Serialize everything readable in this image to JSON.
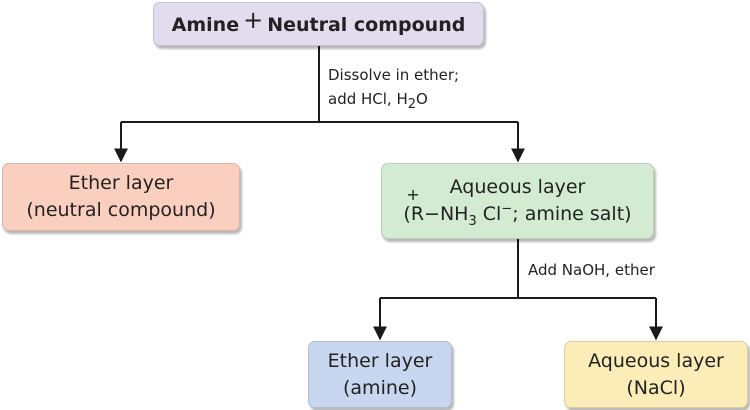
{
  "colors": {
    "top_box": "#e2dcef",
    "ether_layer_1": "#fbcfc0",
    "aqueous_layer_1": "#d4ebd3",
    "ether_layer_2": "#c9d6ef",
    "aqueous_layer_2": "#fbecb8",
    "connector": "#1a1a1a"
  },
  "top": {
    "part1": "Amine",
    "plus": "+",
    "part2": "Neutral compound"
  },
  "step1": {
    "line1": "Dissolve in ether;",
    "line2_pre": "add HCl, H",
    "line2_sub": "2",
    "line2_post": "O"
  },
  "ether_layer_1": {
    "line1": "Ether layer",
    "line2": "(neutral compound)"
  },
  "aqueous_layer_1": {
    "line1": "Aqueous layer",
    "charge_plus": "+",
    "line2_a": "(R−NH",
    "line2_sub": "3",
    "line2_b": " Cl",
    "line2_sup": "−",
    "line2_c": "; amine salt)"
  },
  "step2": {
    "label": "Add NaOH, ether"
  },
  "ether_layer_2": {
    "line1": "Ether layer",
    "line2": "(amine)"
  },
  "aqueous_layer_2": {
    "line1": "Aqueous layer",
    "line2": "(NaCl)"
  }
}
